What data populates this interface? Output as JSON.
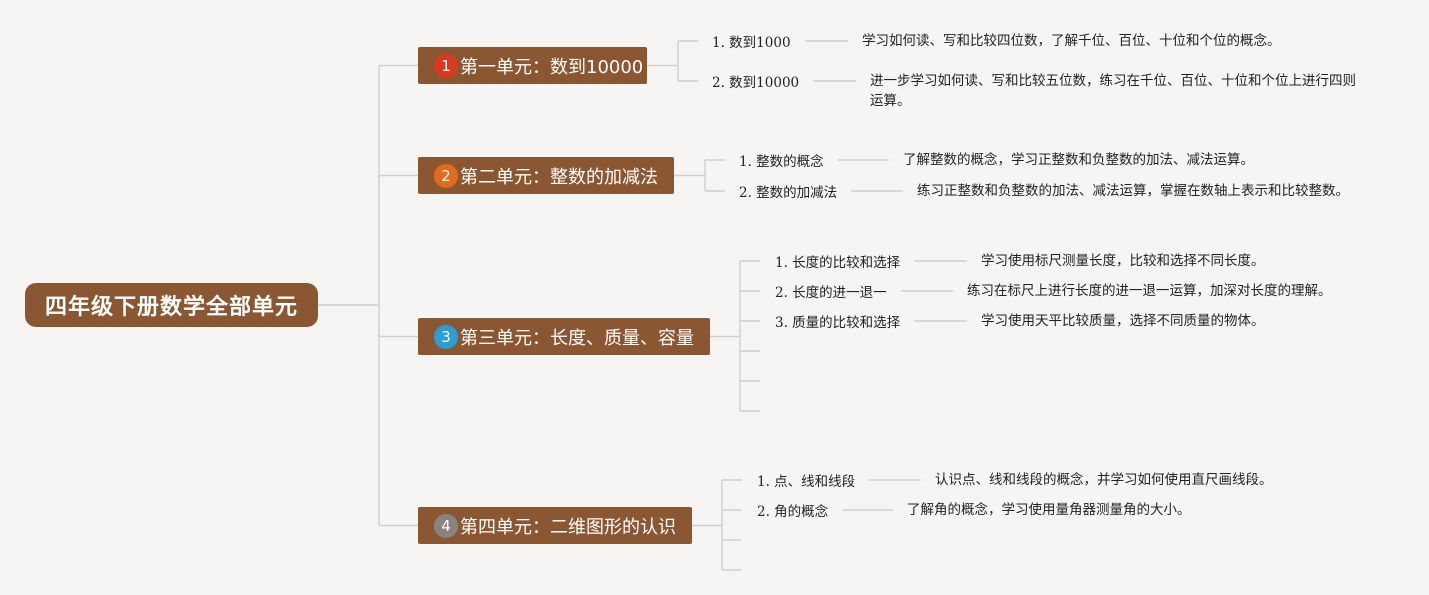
{
  "root": {
    "title": "四年级下册数学全部单元"
  },
  "units": [
    {
      "badge": "1",
      "badge_color": "#d93a1e",
      "title": "第一单元：数到10000",
      "topics": [
        {
          "label": "1. 数到1000",
          "description": "学习如何读、写和比较四位数，了解千位、百位、十位和个位的概念。"
        },
        {
          "label": "2. 数到10000",
          "description": "进一步学习如何读、写和比较五位数，练习在千位、百位、十位和个位上进行四则运算。"
        }
      ]
    },
    {
      "badge": "2",
      "badge_color": "#e46a1e",
      "title": "第二单元：整数的加减法",
      "topics": [
        {
          "label": "1. 整数的概念",
          "description": "了解整数的概念，学习正整数和负整数的加法、减法运算。"
        },
        {
          "label": "2. 整数的加减法",
          "description": "练习正整数和负整数的加法、减法运算，掌握在数轴上表示和比较整数。"
        }
      ]
    },
    {
      "badge": "3",
      "badge_color": "#2a9fd4",
      "title": "第三单元：长度、质量、容量",
      "topics": [
        {
          "label": "1. 长度的比较和选择",
          "description": "学习使用标尺测量长度，比较和选择不同长度。"
        },
        {
          "label": "2. 长度的进一退一",
          "description": "练习在标尺上进行长度的进一退一运算，加深对长度的理解。"
        },
        {
          "label": "3. 质量的比较和选择",
          "description": "学习使用天平比较质量，选择不同质量的物体。"
        }
      ]
    },
    {
      "badge": "4",
      "badge_color": "#8a8480",
      "title": "第四单元：二维图形的认识",
      "topics": [
        {
          "label": "1. 点、线和线段",
          "description": "认识点、线和线段的概念，并学习如何使用直尺画线段。"
        },
        {
          "label": "2. 角的概念",
          "description": "了解角的概念，学习使用量角器测量角的大小。"
        }
      ]
    }
  ]
}
